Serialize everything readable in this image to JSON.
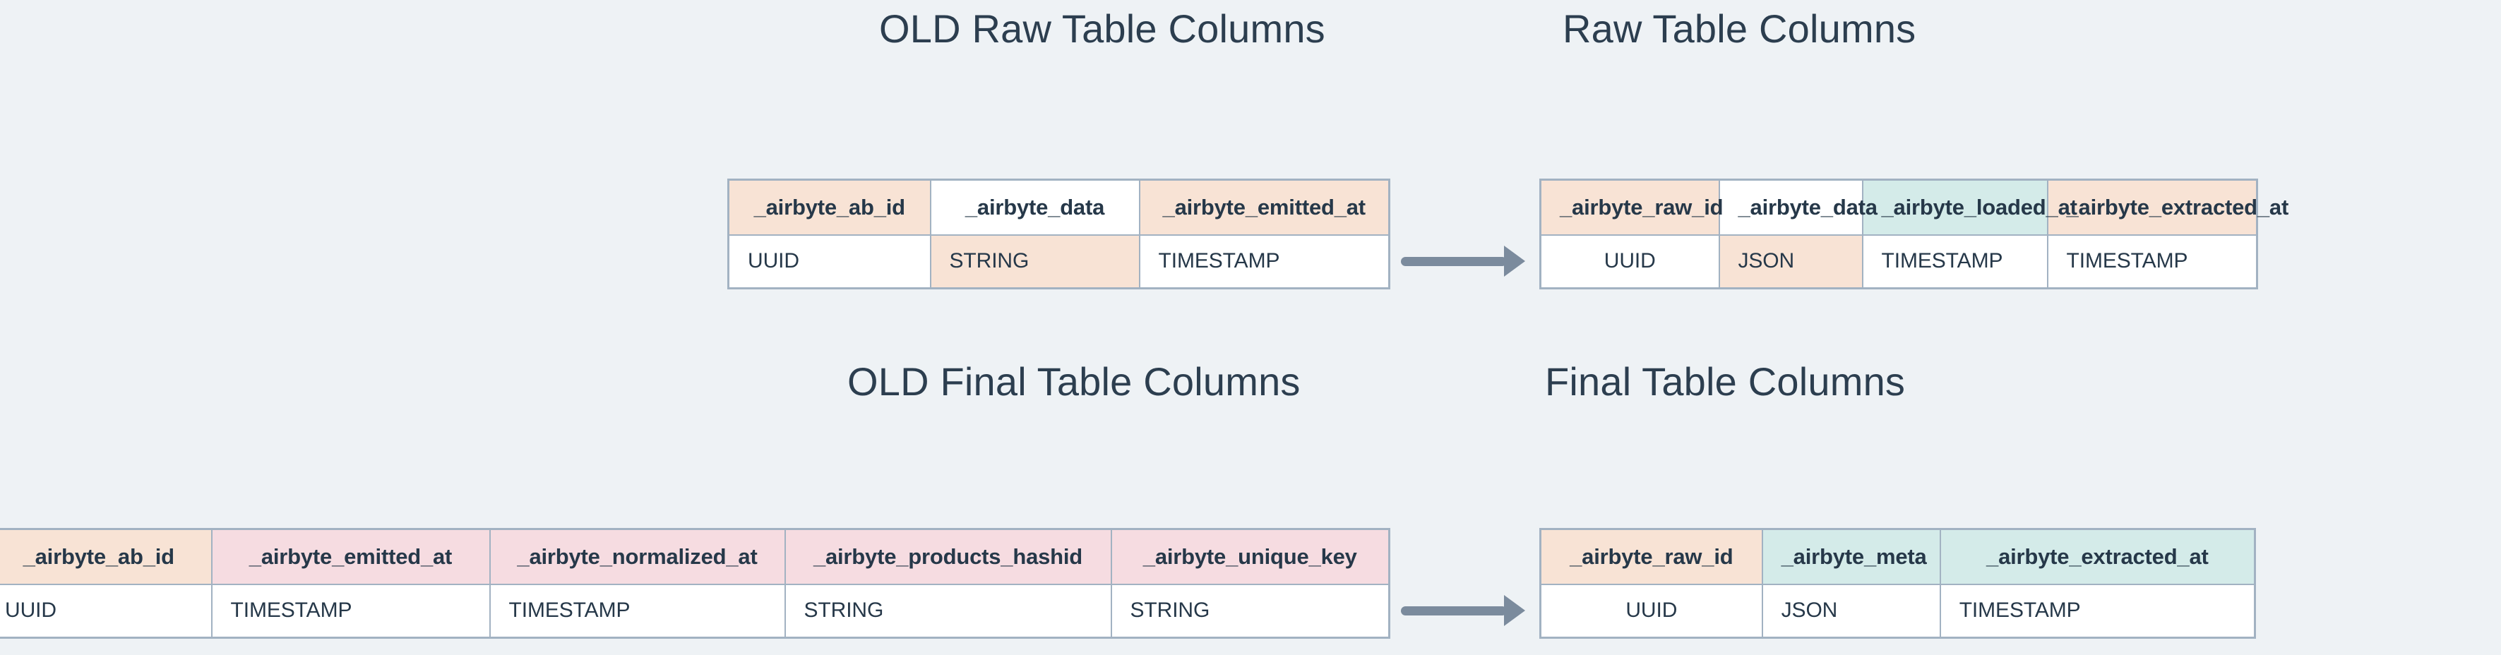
{
  "page": {
    "background_color": "#eef2f5",
    "text_color": "#2c3e4f",
    "border_color": "#a2b2c2",
    "arrow_color": "#7b8b9d"
  },
  "palette": {
    "peach": "#f8e3d5",
    "mint": "#d4ebe9",
    "pink": "#f6dce1",
    "white": "#ffffff"
  },
  "sections": {
    "old_raw": {
      "title": "OLD Raw Table Columns"
    },
    "new_raw": {
      "title": "Raw Table Columns"
    },
    "old_final": {
      "title": "OLD Final Table Columns"
    },
    "new_final": {
      "title": "Final Table Columns"
    }
  },
  "arrows": {
    "raw_arrow_label": "transforms-to",
    "final_arrow_label": "transforms-to"
  },
  "tables": {
    "old_raw": {
      "name": "OLD Raw Table Columns",
      "columns": [
        {
          "header": "_airbyte_ab_id",
          "header_fill": "peach",
          "type": "UUID",
          "type_fill": "white"
        },
        {
          "header": "_airbyte_data",
          "header_fill": "white",
          "type": "STRING",
          "type_fill": "peach"
        },
        {
          "header": "_airbyte_emitted_at",
          "header_fill": "peach",
          "type": "TIMESTAMP",
          "type_fill": "white"
        }
      ]
    },
    "new_raw": {
      "name": "Raw Table Columns",
      "columns": [
        {
          "header": "_airbyte_raw_id",
          "header_fill": "peach",
          "type": "UUID",
          "type_fill": "white"
        },
        {
          "header": "_airbyte_data",
          "header_fill": "white",
          "type": "JSON",
          "type_fill": "peach"
        },
        {
          "header": "_airbyte_loaded_at",
          "header_fill": "mint",
          "type": "TIMESTAMP",
          "type_fill": "white"
        },
        {
          "header": "_airbyte_extracted_at",
          "header_fill": "peach",
          "type": "TIMESTAMP",
          "type_fill": "white"
        }
      ]
    },
    "old_final": {
      "name": "OLD Final Table Columns",
      "columns": [
        {
          "header": "_airbyte_ab_id",
          "header_fill": "peach",
          "type": "UUID",
          "type_fill": "white"
        },
        {
          "header": "_airbyte_emitted_at",
          "header_fill": "pink",
          "type": "TIMESTAMP",
          "type_fill": "white"
        },
        {
          "header": "_airbyte_normalized_at",
          "header_fill": "pink",
          "type": "TIMESTAMP",
          "type_fill": "white"
        },
        {
          "header": "_airbyte_products_hashid",
          "header_fill": "pink",
          "type": "STRING",
          "type_fill": "white"
        },
        {
          "header": "_airbyte_unique_key",
          "header_fill": "pink",
          "type": "STRING",
          "type_fill": "white"
        }
      ]
    },
    "new_final": {
      "name": "Final Table Columns",
      "columns": [
        {
          "header": "_airbyte_raw_id",
          "header_fill": "peach",
          "type": "UUID",
          "type_fill": "white"
        },
        {
          "header": "_airbyte_meta",
          "header_fill": "mint",
          "type": "JSON",
          "type_fill": "white"
        },
        {
          "header": "_airbyte_extracted_at",
          "header_fill": "mint",
          "type": "TIMESTAMP",
          "type_fill": "white"
        }
      ]
    }
  }
}
